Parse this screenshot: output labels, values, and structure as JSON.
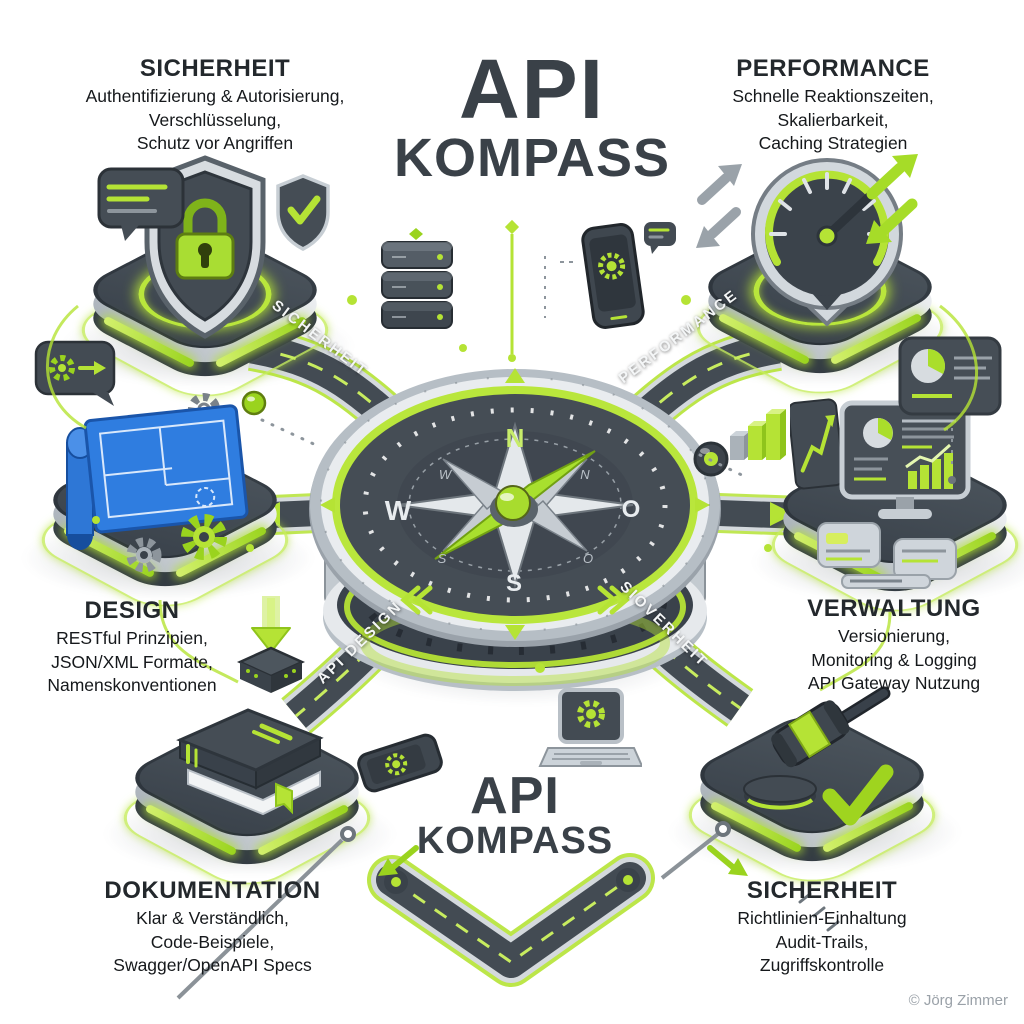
{
  "title": {
    "line1": "API",
    "line2": "KOMPASS"
  },
  "footer_title": {
    "line1": "API",
    "line2": "KOMPASS"
  },
  "credit": "© Jörg Zimmer",
  "compass": {
    "n": "N",
    "o": "O",
    "s": "S",
    "w": "W",
    "small_nw": "W",
    "small_ne": "N",
    "small_se": "O",
    "small_sw": "S"
  },
  "roads": {
    "top_left": "SICHERHEIT",
    "top_right": "PERFORMANCE",
    "bottom_left": "API DESIGN",
    "bottom_right": "SIOVERHEIT"
  },
  "nodes": {
    "security_top": {
      "title": "SICHERHEIT",
      "lines": [
        "Authentifizierung & Autorisierung,",
        "Verschlüsselung,",
        "Schutz vor Angriffen"
      ]
    },
    "performance": {
      "title": "PERFORMANCE",
      "lines": [
        "Schnelle Reaktionszeiten,",
        "Skalierbarkeit,",
        "Caching Strategien"
      ]
    },
    "design": {
      "title": "DESIGN",
      "lines": [
        "RESTful Prinzipien,",
        "JSON/XML Formate,",
        "Namenskonventionen"
      ]
    },
    "management": {
      "title": "VERWALTUNG",
      "lines": [
        "Versionierung,",
        "Monitoring & Logging",
        "API Gateway Nutzung"
      ]
    },
    "documentation": {
      "title": "DOKUMENTATION",
      "lines": [
        "Klar & Verständlich,",
        "Code-Beispiele,",
        "Swagger/OpenAPI Specs"
      ]
    },
    "security_bottom": {
      "title": "SICHERHEIT",
      "lines": [
        "Richtlinien-Einhaltung",
        "Audit-Trails,",
        "Zugriffskontrolle"
      ]
    }
  },
  "colors": {
    "accent": "#b5e335",
    "accent_dark": "#8fc41c",
    "dark": "#3f474f",
    "silver": "#ccd3d9",
    "heading": "#23282c",
    "title": "#3a4148",
    "blueprint": "#2f7de0",
    "credit": "#9aa1a8"
  }
}
